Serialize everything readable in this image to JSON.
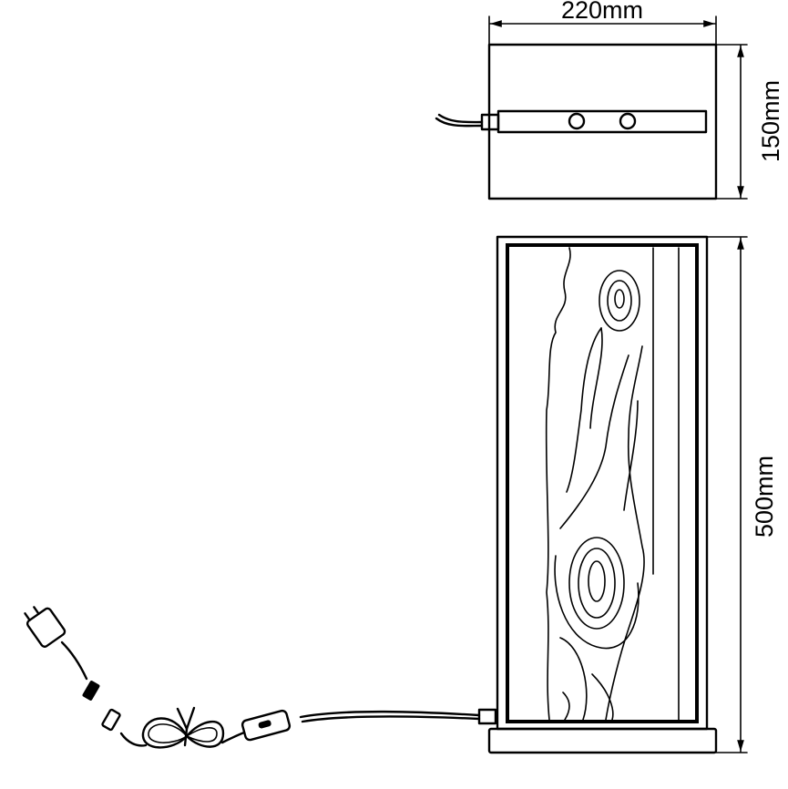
{
  "dimensions": {
    "width": "220mm",
    "depth": "150mm",
    "height": "500mm"
  },
  "colors": {
    "line": "#000000",
    "background": "#ffffff"
  }
}
